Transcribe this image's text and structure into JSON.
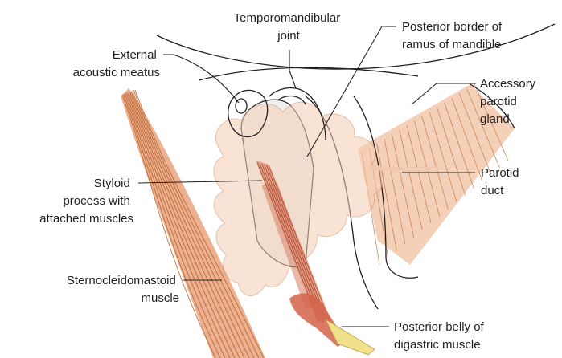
{
  "labels": {
    "temporomandibular_joint": [
      "Temporomandibular",
      "joint"
    ],
    "posterior_border_ramus": [
      "Posterior border of",
      "ramus of mandible"
    ],
    "external_acoustic_meatus": [
      "External",
      "acoustic meatus"
    ],
    "accessory_parotid_gland": [
      "Accessory",
      "parotid",
      "gland"
    ],
    "styloid_process": [
      "Styloid",
      "process with",
      "attached muscles"
    ],
    "parotid_duct": [
      "Parotid",
      "duct"
    ],
    "sternocleidomastoid": [
      "Sternocleidomastoid",
      "muscle"
    ],
    "posterior_belly_digastric": [
      "Posterior belly of",
      "digastric muscle"
    ]
  },
  "colors": {
    "muscle": "#e8a77f",
    "muscle_dark": "#b9642f",
    "gland": "#f3c9ae",
    "bone": "#eeefef",
    "line": "#231f20",
    "tendon": "#f2e08a"
  }
}
